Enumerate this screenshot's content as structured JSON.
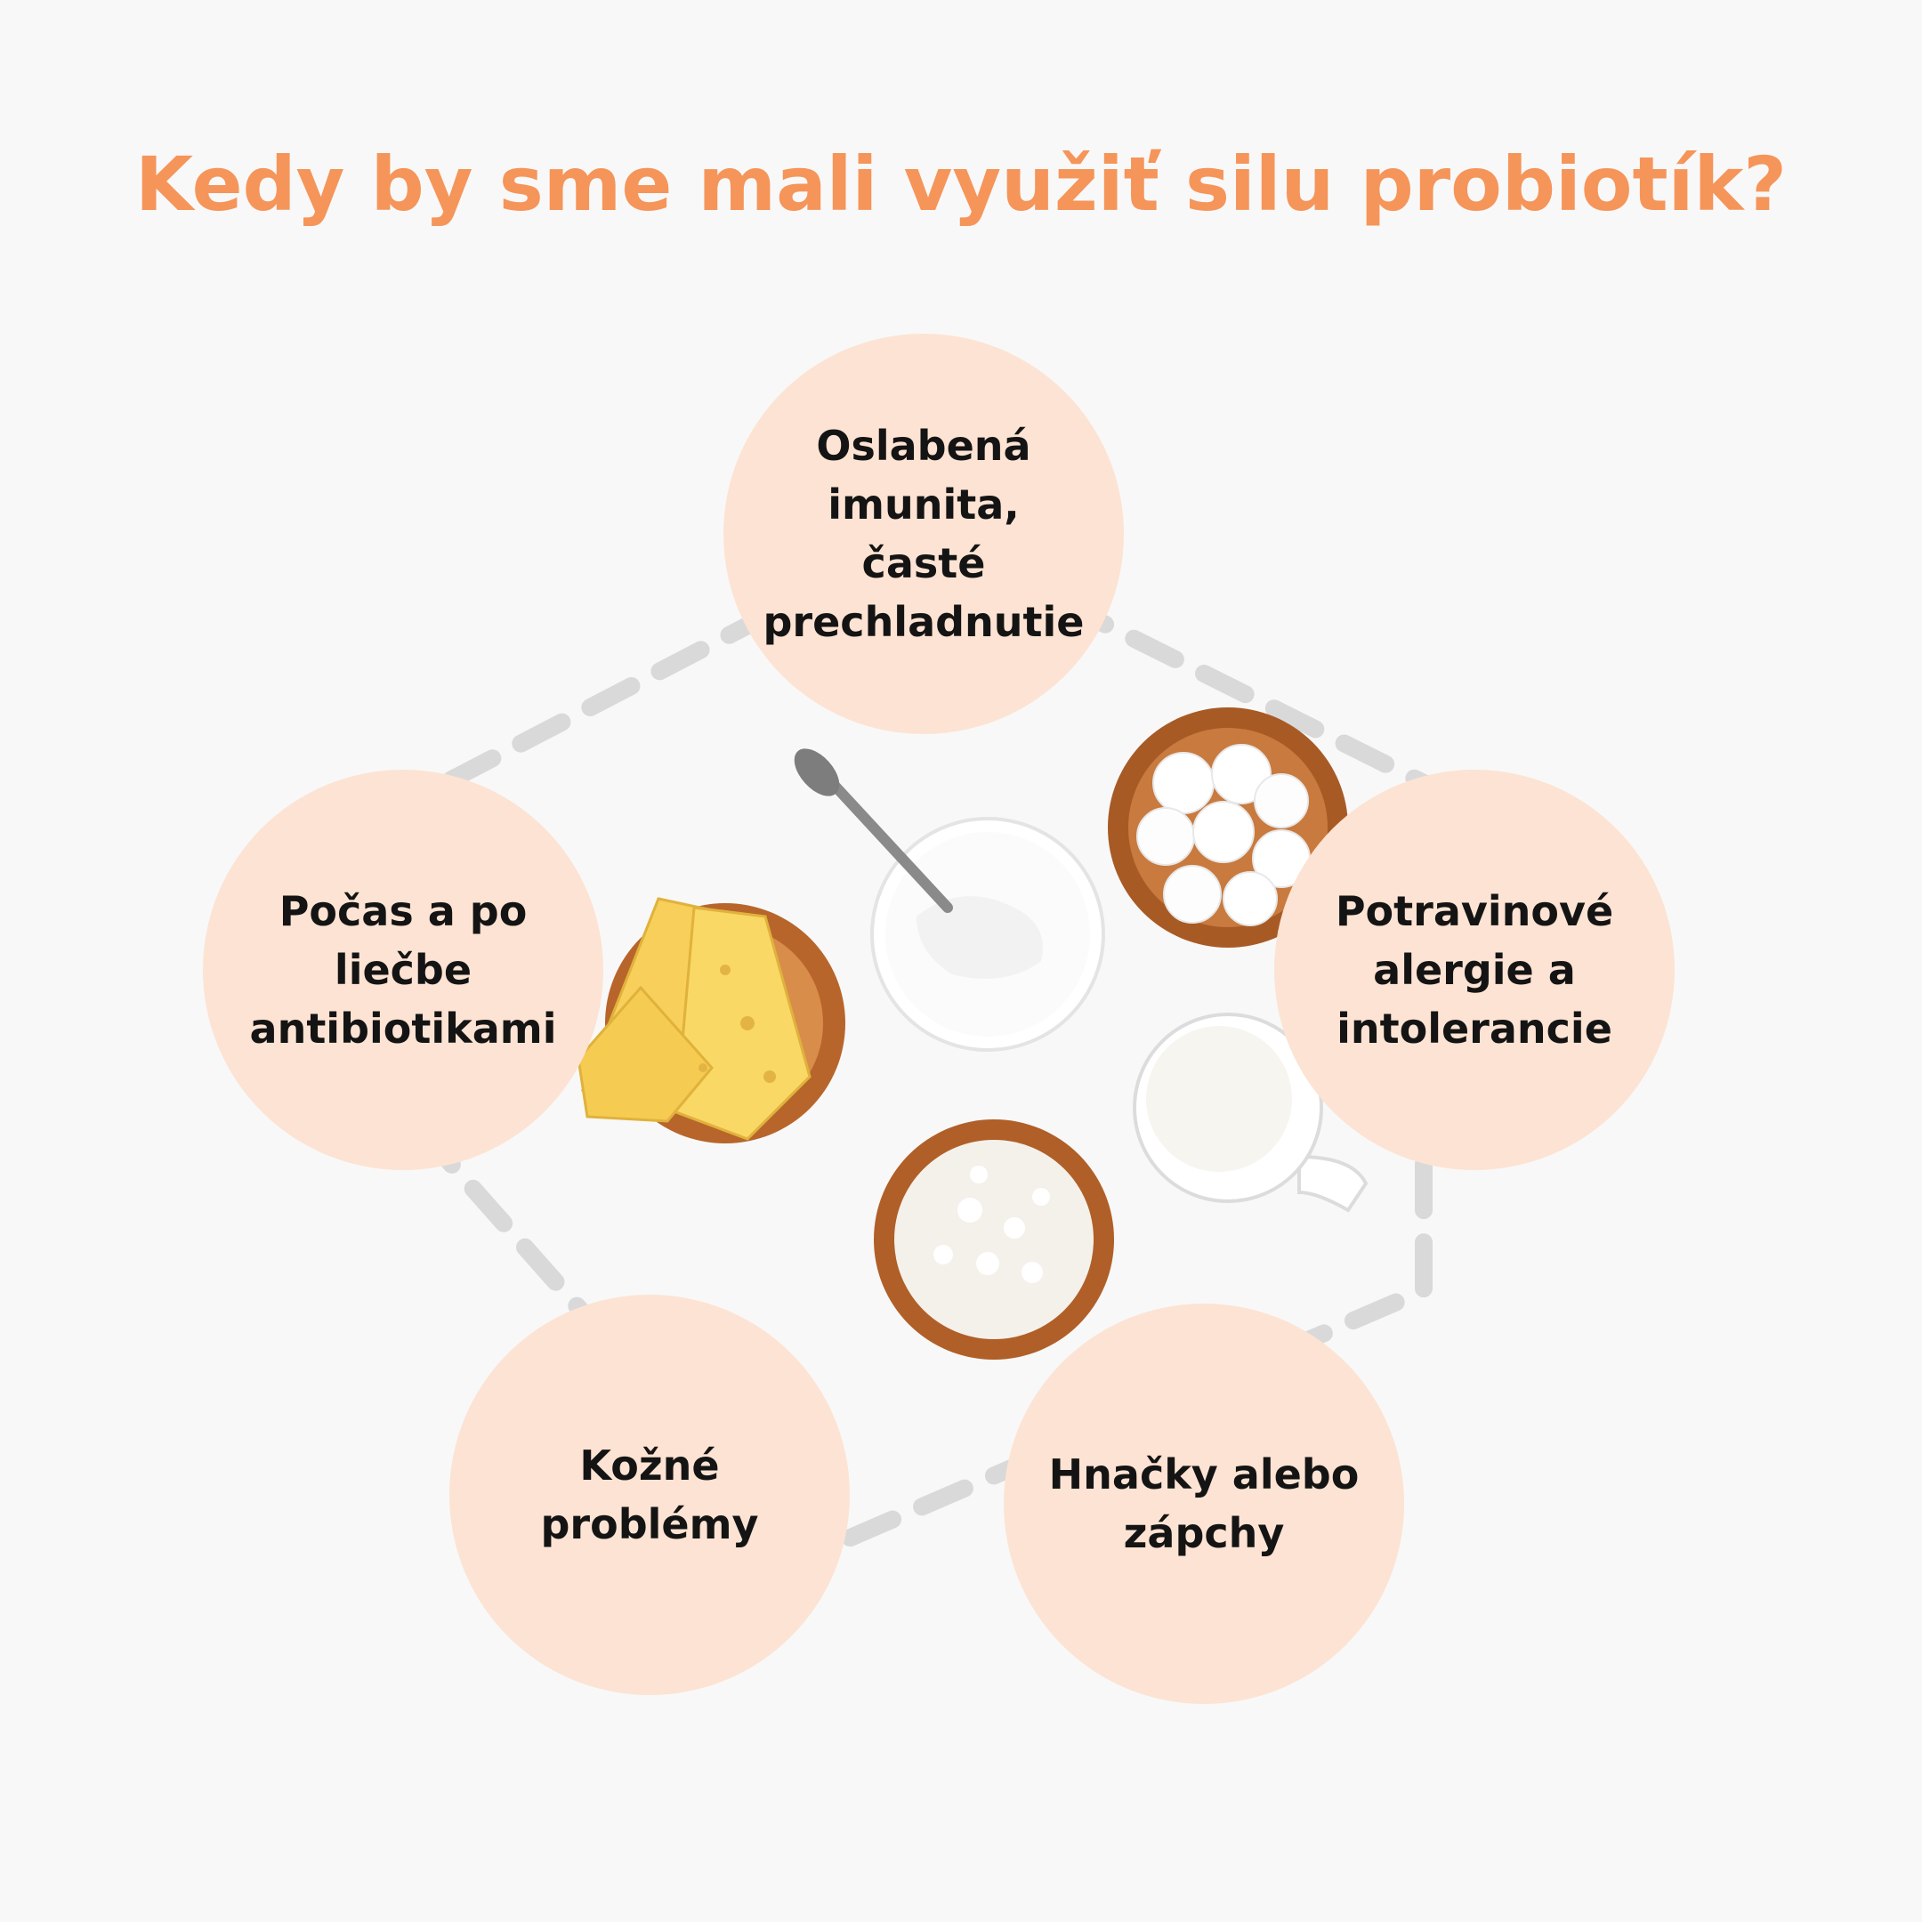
{
  "title": "Kedy by sme mali využiť silu probiotík?",
  "colors": {
    "title": "#f5955a",
    "circle": "#fde3d3",
    "ring": "#d9d9d9",
    "text": "#141414",
    "background": "#f8f8f8"
  },
  "nodes": [
    {
      "label": "Oslabená imunita, časté prechladnutie"
    },
    {
      "label": "Potravinové alergie a intolerancie"
    },
    {
      "label": "Hnačky alebo zápchy"
    },
    {
      "label": "Kožné problémy"
    },
    {
      "label": "Počas a po liečbe antibiotikami"
    }
  ],
  "center_image": {
    "items": [
      "cheese-slices-bowl",
      "yogurt-bowl-with-spoon",
      "mozzarella-balls-bowl",
      "milk-jug",
      "cottage-cheese-bowl"
    ]
  }
}
